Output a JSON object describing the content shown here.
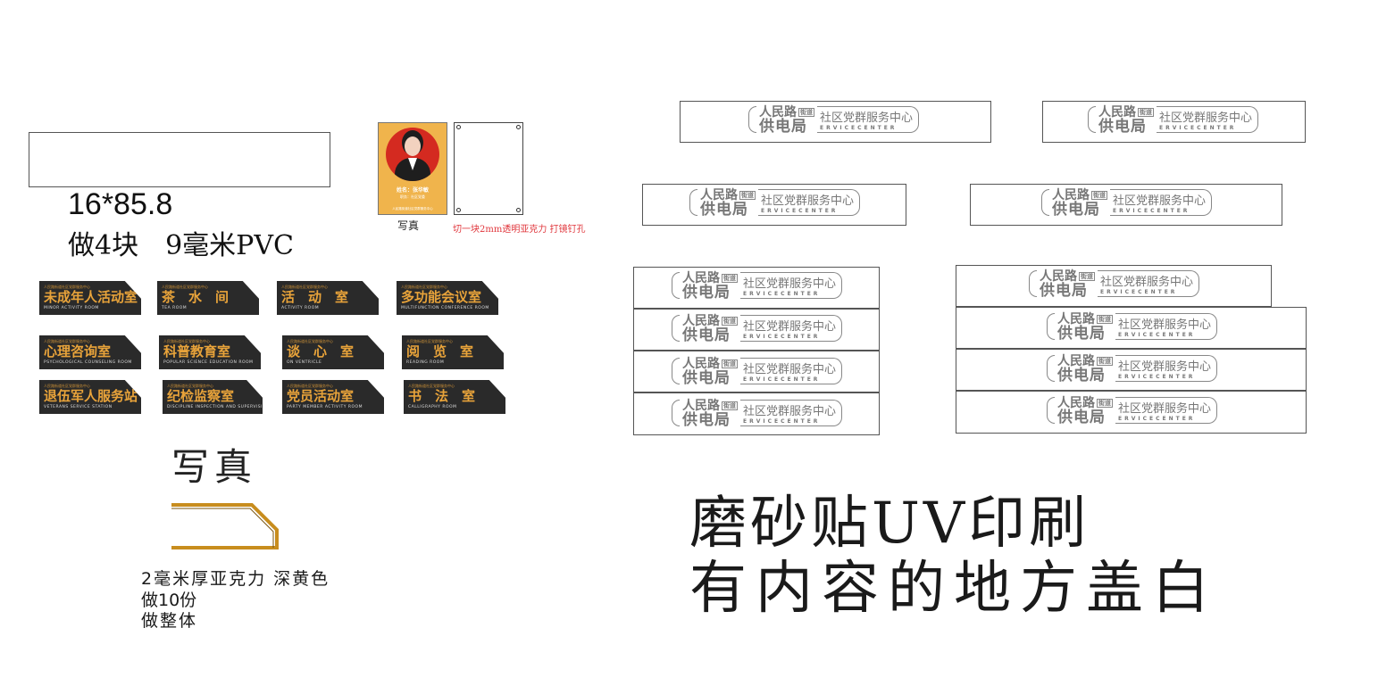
{
  "left_panel": {
    "dimension": "16*85.8",
    "quantity_material": "做4块　9毫米PVC"
  },
  "photo_card": {
    "name_line": "姓名：张华敏",
    "sub_line": "职务：社区党委",
    "footer_line": "人民路街道社区党群服务中心",
    "caption": "写真",
    "acrylic_note": "切一块2mm透明亚克力 打镜钉孔"
  },
  "room_signs": [
    {
      "cn": "未成年人活动室",
      "en": "MINOR  ACTIVITY ROOM"
    },
    {
      "cn": "茶　水　间",
      "en": "TEA  ROOM"
    },
    {
      "cn": "活　动　室",
      "en": "ACTIVITY  ROOM"
    },
    {
      "cn": "多功能会议室",
      "en": "MULTIFUNCTION CONFERENCE ROOM"
    },
    {
      "cn": "心理咨询室",
      "en": "PSYCHOLOGICAL COUNSELING ROOM"
    },
    {
      "cn": "科普教育室",
      "en": "POPULAR SCIENCE EDUCATION ROOM"
    },
    {
      "cn": "谈　心　室",
      "en": "ON  VENTRICLE"
    },
    {
      "cn": "阅　览　室",
      "en": "READING  ROOM"
    },
    {
      "cn": "退伍军人服务站",
      "en": "VETERANS SERVICE STATION"
    },
    {
      "cn": "纪检监察室",
      "en": "DISCIPLINE INSPECTION AND SUPERVISION OFFICE"
    },
    {
      "cn": "党员活动室",
      "en": "PARTY MEMBER ACTIVITY ROOM"
    },
    {
      "cn": "书　法　室",
      "en": "CALLIGRAPHY  ROOM"
    }
  ],
  "sign_header_tiny": "人民路街道社区党群服务中心",
  "print_label": "写真",
  "edge_profile_notes": {
    "line1": "2毫米厚亚克力 深黄色",
    "line2": "做10份",
    "line3": "做整体"
  },
  "logo": {
    "line1": "人民路",
    "badge": "街道",
    "line2": "供电局",
    "title": "社区党群服务中心",
    "english": "ERVICECENTER"
  },
  "process_note": {
    "line1": "磨砂贴UV印刷",
    "line2": "有内容的地方盖白"
  },
  "colors": {
    "sign_bg": "#2a2a2a",
    "sign_text": "#e8a33a",
    "photo_bg": "#f0b44c",
    "photo_circle": "#d42a20",
    "profile_stroke": "#c88d1e",
    "acrylic_note": "#e0353b"
  }
}
